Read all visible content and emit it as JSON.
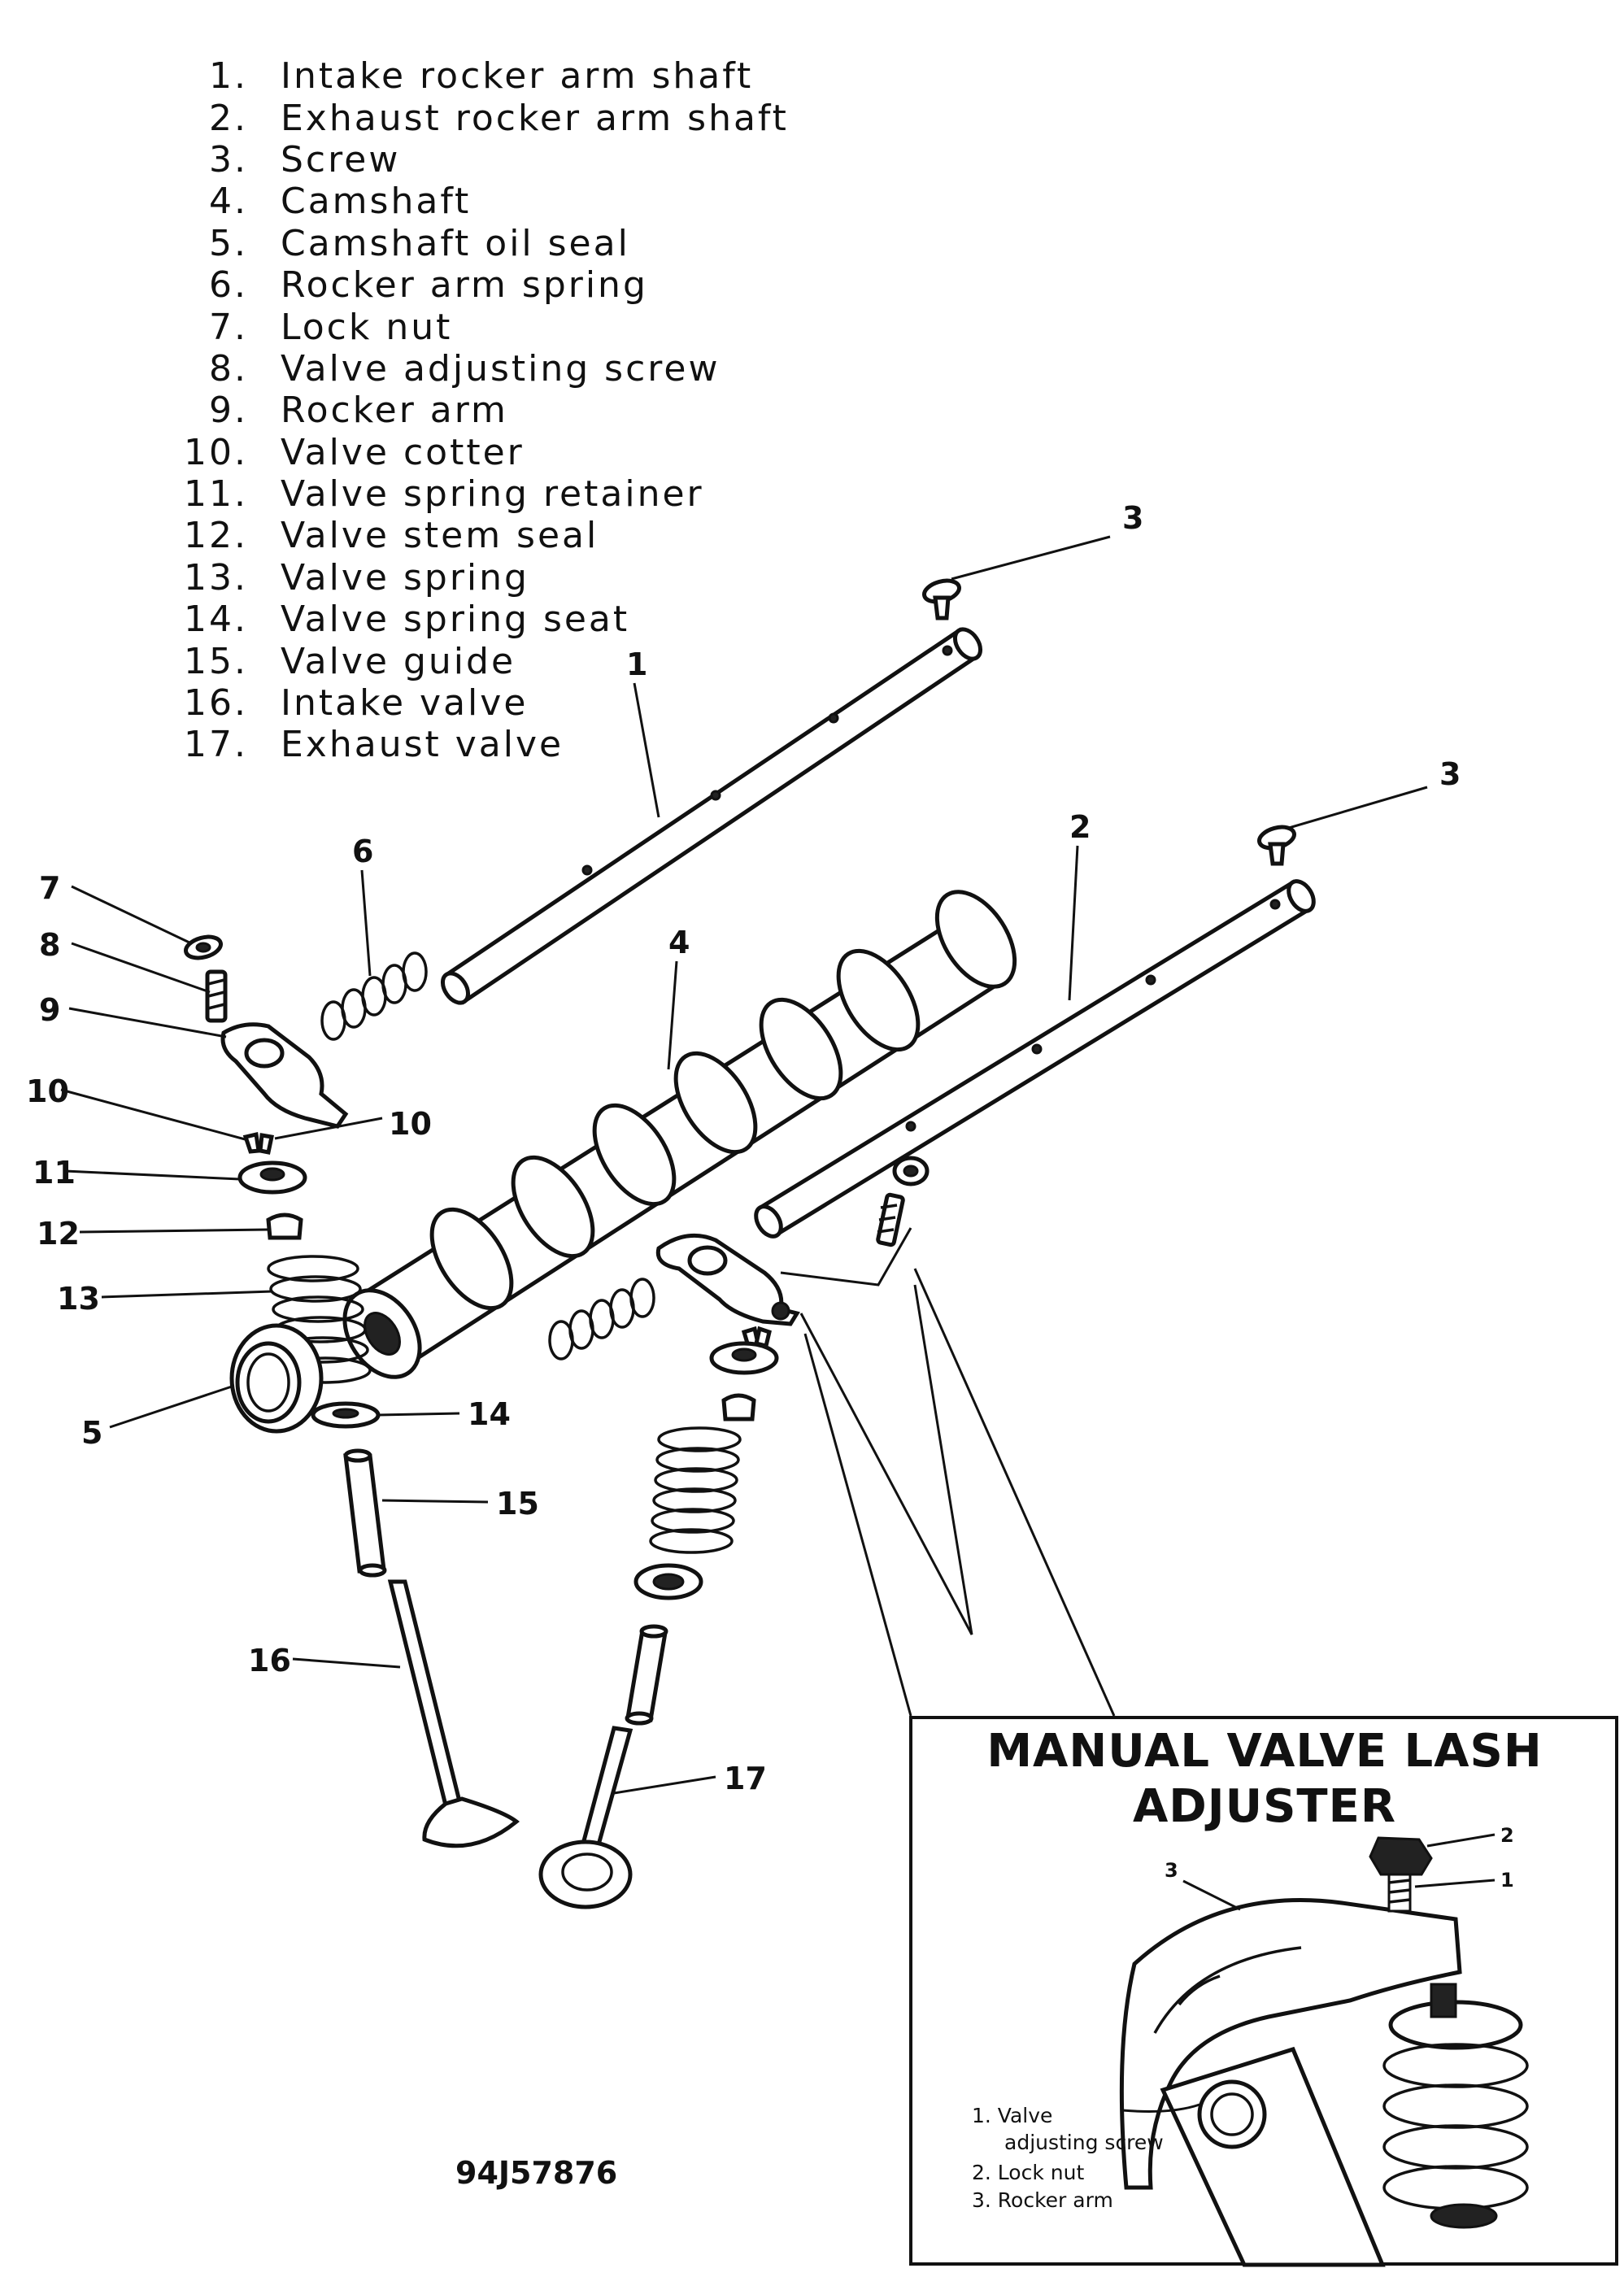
{
  "legend": {
    "items": [
      {
        "num": "1.",
        "label": "Intake rocker arm shaft"
      },
      {
        "num": "2.",
        "label": "Exhaust rocker arm shaft"
      },
      {
        "num": "3.",
        "label": "Screw"
      },
      {
        "num": "4.",
        "label": "Camshaft"
      },
      {
        "num": "5.",
        "label": "Camshaft oil seal"
      },
      {
        "num": "6.",
        "label": "Rocker arm spring"
      },
      {
        "num": "7.",
        "label": "Lock nut"
      },
      {
        "num": "8.",
        "label": "Valve adjusting screw"
      },
      {
        "num": "9.",
        "label": "Rocker arm"
      },
      {
        "num": "10.",
        "label": "Valve cotter"
      },
      {
        "num": "11.",
        "label": "Valve spring retainer"
      },
      {
        "num": "12.",
        "label": "Valve stem seal"
      },
      {
        "num": "13.",
        "label": "Valve spring"
      },
      {
        "num": "14.",
        "label": "Valve spring seat"
      },
      {
        "num": "15.",
        "label": "Valve guide"
      },
      {
        "num": "16.",
        "label": "Intake valve"
      },
      {
        "num": "17.",
        "label": "Exhaust valve"
      }
    ]
  },
  "callouts": {
    "c1": "1",
    "c2": "2",
    "c3a": "3",
    "c3b": "3",
    "c4": "4",
    "c5": "5",
    "c6": "6",
    "c7": "7",
    "c8": "8",
    "c9": "9",
    "c10a": "10",
    "c10b": "10",
    "c11": "11",
    "c12": "12",
    "c13": "13",
    "c14": "14",
    "c15": "15",
    "c16": "16",
    "c17": "17"
  },
  "figure_id": "94J57876",
  "inset": {
    "title_line1": "MANUAL  VALVE  LASH",
    "title_line2": "ADJUSTER",
    "callouts": {
      "c1": "1",
      "c2": "2",
      "c3": "3"
    },
    "legend": {
      "l1a": "1. Valve",
      "l1b": "adjusting screw",
      "l2": "2. Lock nut",
      "l3": "3. Rocker arm"
    }
  }
}
